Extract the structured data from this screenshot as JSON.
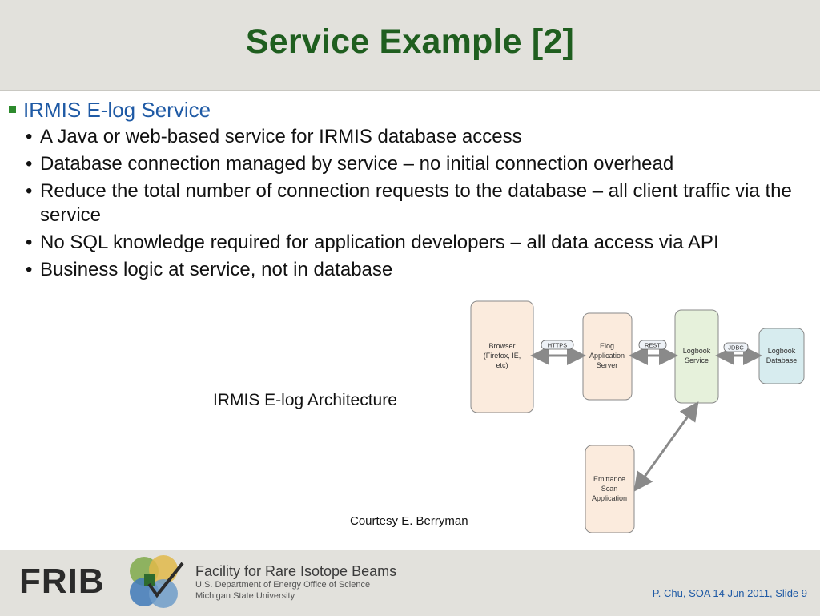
{
  "title": "Service Example [2]",
  "main_bullet": "IRMIS E-log Service",
  "sub_bullets": [
    "A Java or web-based service for IRMIS database access",
    "Database connection managed by service – no initial connection overhead",
    "Reduce the total number of connection requests to the database – all client traffic via the service",
    "No SQL knowledge required for application developers – all data access via API",
    "Business logic at service, not in database"
  ],
  "diagram": {
    "caption": "IRMIS E-log Architecture",
    "courtesy": "Courtesy E. Berryman",
    "nodes": {
      "browser": [
        "Browser",
        "(Firefox, IE,",
        "etc)"
      ],
      "elog": [
        "Elog",
        "Application",
        "Server"
      ],
      "logbook_service": [
        "Logbook",
        "Service"
      ],
      "logbook_db": [
        "Logbook",
        "Database"
      ],
      "emittance": [
        "Emittance",
        "Scan",
        "Application"
      ]
    },
    "protocols": {
      "https": "HTTPS",
      "rest": "REST",
      "jdbc": "JDBC"
    }
  },
  "footer": {
    "logo_text": "FRIB",
    "org_line1": "Facility for Rare Isotope Beams",
    "org_line2": "U.S. Department of Energy Office of Science",
    "org_line3": "Michigan State University",
    "slide_info": "P. Chu, SOA 14 Jun 2011, Slide 9"
  },
  "colors": {
    "title_green": "#1f5e1f",
    "bullet_blue": "#1f5aa5",
    "browser_fill": "#fbebdd",
    "service_fill": "#e6f1db",
    "db_fill": "#d7ecef"
  }
}
